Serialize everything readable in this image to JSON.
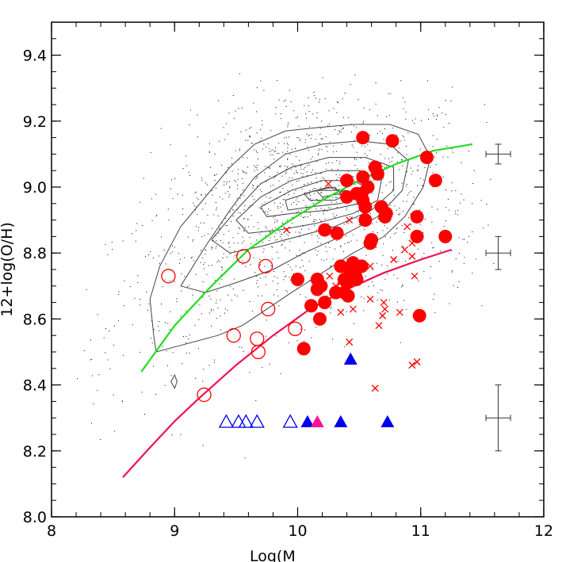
{
  "chart_data": {
    "type": "scatter",
    "title": "",
    "xlabel": "Log(M",
    "ylabel": "12+log(O/H)",
    "xlim": [
      8,
      12
    ],
    "ylim": [
      8.0,
      9.5
    ],
    "xticks": [
      "8",
      "9",
      "10",
      "11",
      "12"
    ],
    "yticks": [
      "8.0",
      "8.2",
      "8.4",
      "8.6",
      "8.8",
      "9.0",
      "9.2",
      "9.4"
    ],
    "grid": false,
    "legend": "none",
    "colors": {
      "red": "#ff0000",
      "green": "#22dd22",
      "crimson": "#ee1155",
      "blue": "#0000ee",
      "magenta": "#ff1493",
      "gray": "#333333",
      "contour": "#444444"
    },
    "series": [
      {
        "marker": "filled-circle",
        "color": "#ff0000",
        "points": [
          [
            10.53,
            9.15
          ],
          [
            10.77,
            9.14
          ],
          [
            10.4,
            9.02
          ],
          [
            10.63,
            9.06
          ],
          [
            11.05,
            9.09
          ],
          [
            10.65,
            9.04
          ],
          [
            10.53,
            9.03
          ],
          [
            11.12,
            9.02
          ],
          [
            10.4,
            8.97
          ],
          [
            10.48,
            8.98
          ],
          [
            10.52,
            8.98
          ],
          [
            10.57,
            9.0
          ],
          [
            10.53,
            8.96
          ],
          [
            10.55,
            8.94
          ],
          [
            10.68,
            8.94
          ],
          [
            10.71,
            8.91
          ],
          [
            10.72,
            8.92
          ],
          [
            10.55,
            8.9
          ],
          [
            10.97,
            8.91
          ],
          [
            10.22,
            8.87
          ],
          [
            10.32,
            8.86
          ],
          [
            10.6,
            8.84
          ],
          [
            10.59,
            8.83
          ],
          [
            10.97,
            8.85
          ],
          [
            11.2,
            8.85
          ],
          [
            10.35,
            8.76
          ],
          [
            10.45,
            8.77
          ],
          [
            10.52,
            8.76
          ],
          [
            10.0,
            8.72
          ],
          [
            10.16,
            8.72
          ],
          [
            10.19,
            8.7
          ],
          [
            10.38,
            8.72
          ],
          [
            10.43,
            8.74
          ],
          [
            10.47,
            8.73
          ],
          [
            10.48,
            8.72
          ],
          [
            10.4,
            8.71
          ],
          [
            10.16,
            8.69
          ],
          [
            10.11,
            8.64
          ],
          [
            10.22,
            8.65
          ],
          [
            10.31,
            8.68
          ],
          [
            10.38,
            8.68
          ],
          [
            10.41,
            8.67
          ],
          [
            10.18,
            8.6
          ],
          [
            10.99,
            8.61
          ],
          [
            10.05,
            8.51
          ]
        ]
      },
      {
        "marker": "open-circle",
        "color": "#ff0000",
        "points": [
          [
            8.95,
            8.73
          ],
          [
            9.56,
            8.79
          ],
          [
            9.74,
            8.76
          ],
          [
            9.76,
            8.63
          ],
          [
            9.48,
            8.55
          ],
          [
            9.67,
            8.54
          ],
          [
            9.68,
            8.5
          ],
          [
            9.98,
            8.57
          ],
          [
            9.24,
            8.37
          ]
        ]
      },
      {
        "marker": "cross",
        "color": "#ff0000",
        "points": [
          [
            10.25,
            9.01
          ],
          [
            9.91,
            8.87
          ],
          [
            10.42,
            8.9
          ],
          [
            10.89,
            8.88
          ],
          [
            10.93,
            8.83
          ],
          [
            10.87,
            8.81
          ],
          [
            10.78,
            8.78
          ],
          [
            10.93,
            8.79
          ],
          [
            10.59,
            8.76
          ],
          [
            10.95,
            8.73
          ],
          [
            10.26,
            8.73
          ],
          [
            10.35,
            8.71
          ],
          [
            10.31,
            8.7
          ],
          [
            10.59,
            8.66
          ],
          [
            10.7,
            8.65
          ],
          [
            10.71,
            8.63
          ],
          [
            10.45,
            8.63
          ],
          [
            10.69,
            8.61
          ],
          [
            10.83,
            8.62
          ],
          [
            10.35,
            8.62
          ],
          [
            10.42,
            8.53
          ],
          [
            10.66,
            8.58
          ],
          [
            10.93,
            8.46
          ],
          [
            10.97,
            8.47
          ],
          [
            10.63,
            8.39
          ]
        ]
      },
      {
        "marker": "open-triangle",
        "color": "#0000ee",
        "points": [
          [
            9.42,
            8.29
          ],
          [
            9.52,
            8.29
          ],
          [
            9.58,
            8.29
          ],
          [
            9.67,
            8.29
          ],
          [
            9.94,
            8.29
          ]
        ]
      },
      {
        "marker": "filled-triangle",
        "color": "#0000ee",
        "points": [
          [
            10.08,
            8.29
          ],
          [
            10.35,
            8.29
          ],
          [
            10.73,
            8.29
          ],
          [
            10.43,
            8.48
          ]
        ]
      },
      {
        "marker": "filled-triangle",
        "color": "#ff1493",
        "points": [
          [
            10.16,
            8.29
          ]
        ]
      }
    ],
    "curves": [
      {
        "color": "#22dd22",
        "x": [
          8.73,
          9.0,
          9.3,
          9.6,
          9.9,
          10.2,
          10.5,
          10.8,
          11.1,
          11.42
        ],
        "y": [
          8.44,
          8.58,
          8.7,
          8.81,
          8.89,
          8.96,
          9.02,
          9.07,
          9.11,
          9.13
        ]
      },
      {
        "color": "#ee1155",
        "x": [
          8.58,
          8.8,
          9.0,
          9.2,
          9.5,
          9.8,
          10.1,
          10.4,
          10.7,
          11.0,
          11.25
        ],
        "y": [
          8.12,
          8.21,
          8.29,
          8.36,
          8.46,
          8.55,
          8.63,
          8.69,
          8.74,
          8.78,
          8.81
        ]
      }
    ],
    "error_bars": [
      {
        "x": 11.63,
        "y": 9.1,
        "xerr": 0.1,
        "yerr": 0.03
      },
      {
        "x": 11.63,
        "y": 8.8,
        "xerr": 0.1,
        "yerr": 0.05
      },
      {
        "x": 11.63,
        "y": 8.3,
        "xerr": 0.1,
        "yerr": 0.1
      }
    ],
    "contours": [
      [
        [
          8.83,
          8.55
        ],
        [
          8.8,
          8.66
        ],
        [
          8.88,
          8.76
        ],
        [
          9.05,
          8.88
        ],
        [
          9.25,
          8.97
        ],
        [
          9.45,
          9.06
        ],
        [
          9.65,
          9.13
        ],
        [
          9.9,
          9.17
        ],
        [
          10.15,
          9.18
        ],
        [
          10.45,
          9.19
        ],
        [
          10.75,
          9.19
        ],
        [
          10.98,
          9.16
        ],
        [
          11.08,
          9.09
        ],
        [
          11.02,
          9.0
        ],
        [
          10.87,
          8.91
        ],
        [
          10.7,
          8.85
        ],
        [
          10.45,
          8.8
        ],
        [
          10.2,
          8.74
        ],
        [
          9.95,
          8.68
        ],
        [
          9.75,
          8.63
        ],
        [
          9.55,
          8.58
        ],
        [
          9.35,
          8.55
        ],
        [
          9.05,
          8.52
        ],
        [
          8.85,
          8.5
        ],
        [
          8.83,
          8.55
        ]
      ],
      [
        [
          9.05,
          8.7
        ],
        [
          9.25,
          8.82
        ],
        [
          9.45,
          8.93
        ],
        [
          9.65,
          9.03
        ],
        [
          9.9,
          9.1
        ],
        [
          10.2,
          9.13
        ],
        [
          10.5,
          9.14
        ],
        [
          10.75,
          9.13
        ],
        [
          10.9,
          9.08
        ],
        [
          10.85,
          8.99
        ],
        [
          10.65,
          8.91
        ],
        [
          10.35,
          8.85
        ],
        [
          10.05,
          8.8
        ],
        [
          9.8,
          8.75
        ],
        [
          9.5,
          8.71
        ],
        [
          9.25,
          8.68
        ],
        [
          9.05,
          8.7
        ]
      ],
      [
        [
          9.3,
          8.84
        ],
        [
          9.5,
          8.93
        ],
        [
          9.7,
          9.01
        ],
        [
          9.95,
          9.06
        ],
        [
          10.25,
          9.09
        ],
        [
          10.55,
          9.09
        ],
        [
          10.78,
          9.06
        ],
        [
          10.78,
          8.99
        ],
        [
          10.6,
          8.93
        ],
        [
          10.3,
          8.88
        ],
        [
          10.0,
          8.85
        ],
        [
          9.7,
          8.82
        ],
        [
          9.45,
          8.8
        ],
        [
          9.3,
          8.84
        ]
      ],
      [
        [
          9.5,
          8.9
        ],
        [
          9.7,
          8.97
        ],
        [
          9.95,
          9.02
        ],
        [
          10.25,
          9.05
        ],
        [
          10.5,
          9.05
        ],
        [
          10.68,
          9.02
        ],
        [
          10.65,
          8.96
        ],
        [
          10.45,
          8.92
        ],
        [
          10.15,
          8.89
        ],
        [
          9.85,
          8.87
        ],
        [
          9.6,
          8.86
        ],
        [
          9.5,
          8.9
        ]
      ],
      [
        [
          9.7,
          8.94
        ],
        [
          9.95,
          8.99
        ],
        [
          10.2,
          9.02
        ],
        [
          10.45,
          9.02
        ],
        [
          10.6,
          8.99
        ],
        [
          10.5,
          8.95
        ],
        [
          10.25,
          8.93
        ],
        [
          9.95,
          8.92
        ],
        [
          9.75,
          8.91
        ],
        [
          9.7,
          8.94
        ]
      ],
      [
        [
          9.9,
          8.96
        ],
        [
          10.15,
          8.99
        ],
        [
          10.4,
          8.99
        ],
        [
          10.5,
          8.97
        ],
        [
          10.35,
          8.95
        ],
        [
          10.1,
          8.94
        ],
        [
          9.92,
          8.93
        ],
        [
          9.9,
          8.96
        ]
      ],
      [
        [
          10.05,
          8.98
        ],
        [
          10.25,
          9.0
        ],
        [
          10.42,
          8.98
        ],
        [
          10.3,
          8.96
        ],
        [
          10.1,
          8.96
        ],
        [
          10.05,
          8.98
        ]
      ],
      [
        [
          10.15,
          8.99
        ],
        [
          10.3,
          9.0
        ],
        [
          10.35,
          8.98
        ],
        [
          10.2,
          8.97
        ],
        [
          10.15,
          8.99
        ]
      ],
      [
        [
          8.97,
          8.41
        ],
        [
          9.0,
          8.43
        ],
        [
          9.02,
          8.41
        ],
        [
          9.0,
          8.39
        ],
        [
          8.97,
          8.41
        ]
      ]
    ]
  }
}
